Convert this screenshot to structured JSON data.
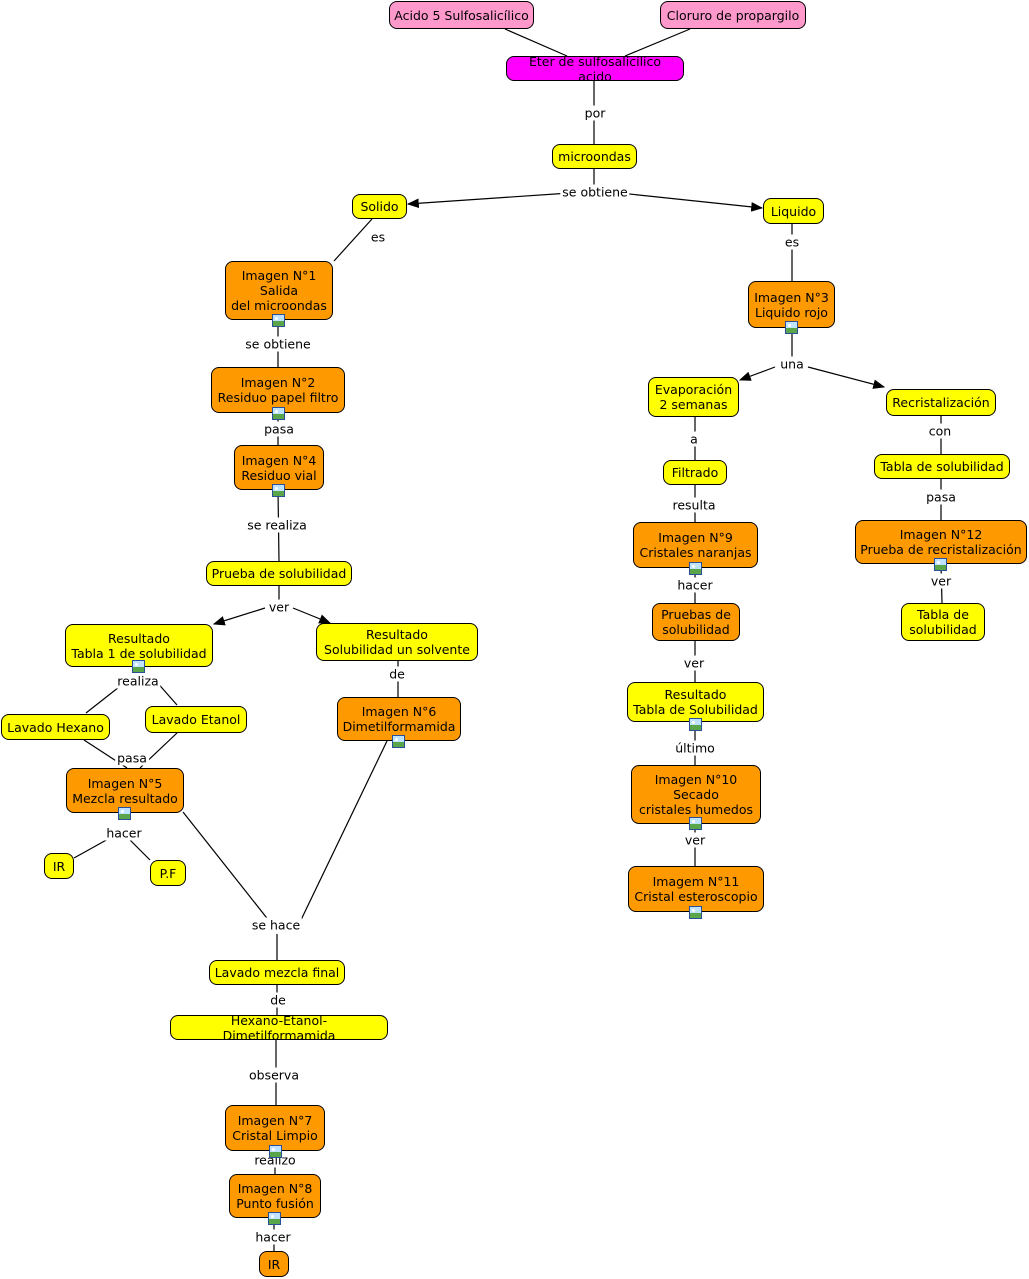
{
  "colors": {
    "yellow": "#ffff00",
    "orange": "#ff9900",
    "pink": "#ff99cc",
    "magenta": "#ff00ff",
    "line": "#000000"
  },
  "icon": "image-icon",
  "nodes": {
    "acido": "Acido 5 Sulfosalicílico",
    "cloruro": "Cloruro de propargilo",
    "eter": "Eter de sulfosalicílico acido",
    "microondas": "microondas",
    "solido": "Solido",
    "liquido": "Liquido",
    "img1": "Imagen N°1\nSalida\ndel microondas",
    "img2": "Imagen N°2\nResiduo papel filtro",
    "img4": "Imagen N°4\nResiduo vial",
    "prueba": "Prueba de solubilidad",
    "resultado1": "Resultado\nTabla 1 de solubilidad",
    "resultado_solv": "Resultado\nSolubilidad un solvente",
    "lav_hexano": "Lavado Hexano",
    "lav_etanol": "Lavado Etanol",
    "img5": "Imagen N°5\nMezcla resultado",
    "ir1": "IR",
    "pf": "P.F",
    "img6": "Imagen N°6\nDimetilformamida",
    "lav_final": "Lavado mezcla final",
    "hex_et_dmf": "Hexano-Etanol-Dimetilformamida",
    "img7": "Imagen N°7\nCristal Limpio",
    "img8": "Imagen N°8\nPunto fusión",
    "ir2": "IR",
    "img3": "Imagen N°3\nLiquido rojo",
    "evaporacion": "Evaporación\n2 semanas",
    "recristalizacion": "Recristalización",
    "filtrado": "Filtrado",
    "tabla_sol": "Tabla de solubilidad",
    "img9": "Imagen N°9\nCristales naranjas",
    "img12": "Imagen N°12\nPrueba de recristalización",
    "pruebas_sol": "Pruebas de\nsolubilidad",
    "tabla_sol2": "Tabla de\nsolubilidad",
    "resultado_tabla": "Resultado\nTabla de Solubilidad",
    "img10": "Imagen N°10\nSecado\ncristales humedos",
    "img11": "Imagem N°11\nCristal esteroscopio"
  },
  "labels": {
    "por": "por",
    "se_obtiene_top": "se obtiene",
    "es_solido": "es",
    "es_liquido": "es",
    "se_obtiene_left": "se obtiene",
    "pasa_img4": "pasa",
    "se_realiza": "se realiza",
    "ver_prueba": "ver",
    "realiza": "realiza",
    "pasa_img5": "pasa",
    "hacer_img5": "hacer",
    "de_img6": "de",
    "se_hace": "se hace",
    "de_hex": "de",
    "observa": "observa",
    "realizo": "realizo",
    "hacer_img8": "hacer",
    "una": "una",
    "a": "a",
    "con": "con",
    "resulta": "resulta",
    "pasa_img12": "pasa",
    "hacer_img9": "hacer",
    "ver_img12": "ver",
    "ver_pruebas": "ver",
    "ultimo": "último",
    "ver_img10": "ver"
  }
}
